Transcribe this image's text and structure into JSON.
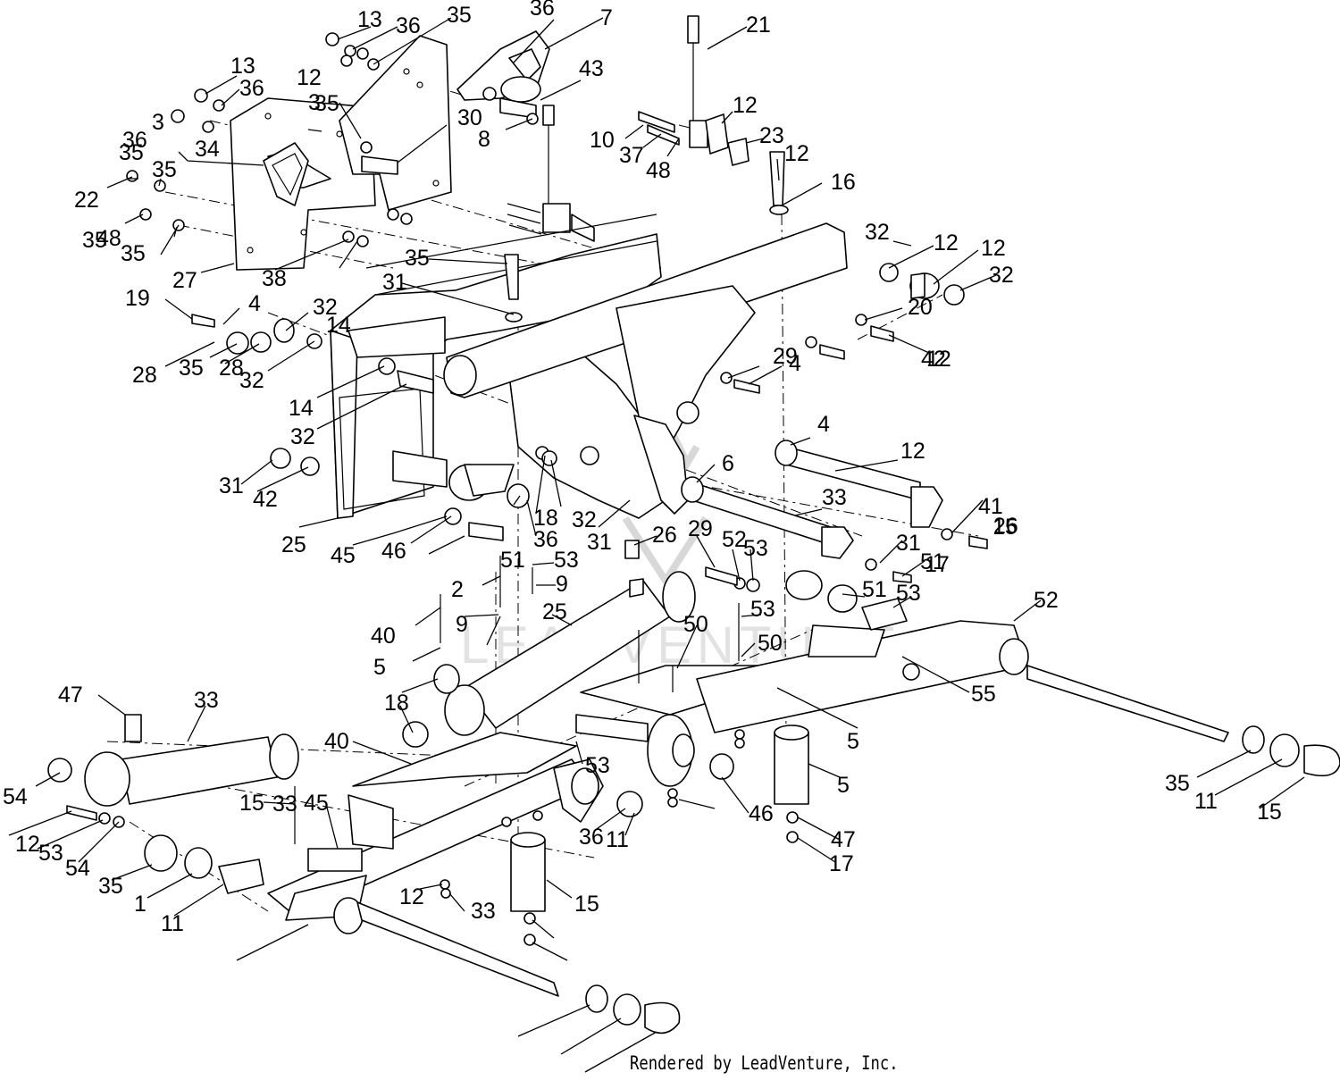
{
  "watermark": "LEADVENTURE",
  "credit": "Rendered by LeadVenture, Inc.",
  "callouts": [
    "13",
    "36",
    "35",
    "36",
    "7",
    "21",
    "13",
    "36",
    "12",
    "3",
    "43",
    "12",
    "36",
    "35",
    "3",
    "30",
    "10",
    "23",
    "8",
    "34",
    "37",
    "48",
    "12",
    "35",
    "35",
    "16",
    "32",
    "12",
    "22",
    "12",
    "32",
    "35",
    "20",
    "12",
    "48",
    "35",
    "27",
    "38",
    "14",
    "35",
    "31",
    "19",
    "4",
    "32",
    "28",
    "35",
    "28",
    "32",
    "29",
    "4",
    "42",
    "14",
    "32",
    "4",
    "12",
    "31",
    "42",
    "6",
    "18",
    "32",
    "33",
    "41",
    "25",
    "45",
    "46",
    "36",
    "31",
    "26",
    "29",
    "52",
    "53",
    "31",
    "26",
    "51",
    "15",
    "17",
    "2",
    "51",
    "53",
    "9",
    "51",
    "53",
    "52",
    "53",
    "40",
    "25",
    "9",
    "5",
    "50",
    "50",
    "55",
    "47",
    "33",
    "18",
    "40",
    "5",
    "53",
    "5",
    "33",
    "54",
    "15",
    "45",
    "46",
    "36",
    "35",
    "11",
    "11",
    "15",
    "12",
    "53",
    "54",
    "47",
    "17",
    "35",
    "1",
    "12",
    "33",
    "15",
    "11"
  ]
}
